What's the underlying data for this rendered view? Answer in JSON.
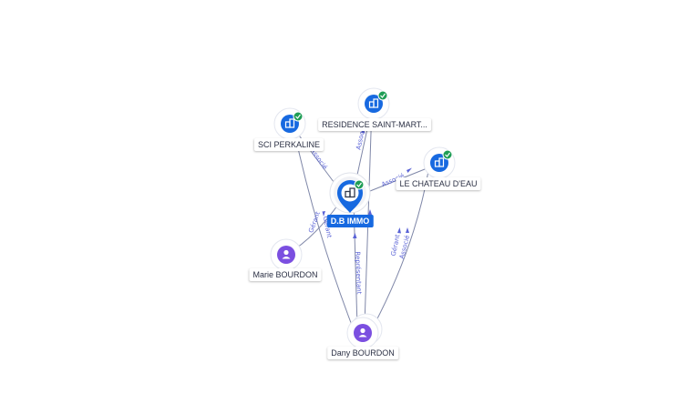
{
  "nodes": {
    "dbimmo": {
      "label": "D.B IMMO",
      "kind": "company",
      "icon": "building-icon",
      "verified": true
    },
    "residence": {
      "label": "RESIDENCE SAINT-MART...",
      "kind": "company",
      "icon": "building-icon",
      "verified": true
    },
    "perkaline": {
      "label": "SCI PERKALINE",
      "kind": "company",
      "icon": "building-icon",
      "verified": true
    },
    "chateau": {
      "label": "LE CHATEAU D'EAU",
      "kind": "company",
      "icon": "building-icon",
      "verified": true
    },
    "marie": {
      "label": "Marie BOURDON",
      "kind": "person",
      "icon": "person-icon"
    },
    "dany": {
      "label": "Dany BOURDON",
      "kind": "person",
      "icon": "person-icon"
    }
  },
  "edges": [
    {
      "id": "dbimmo-residence",
      "label": "Associé"
    },
    {
      "id": "dbimmo-perkaline",
      "label": "Associé"
    },
    {
      "id": "dbimmo-chateau",
      "label": "Associé"
    },
    {
      "id": "marie-dbimmo",
      "label": "Gérant"
    },
    {
      "id": "dany-dbimmo",
      "label": "Représentant"
    },
    {
      "id": "dany-dbimmo-2",
      "label": "Gérant"
    },
    {
      "id": "dany-chateau-1",
      "label": "Gérant"
    },
    {
      "id": "dany-chateau-2",
      "label": "Associé"
    }
  ],
  "colors": {
    "company_fill": "#1769e0",
    "person_fill": "#7b4fe0",
    "verified": "#1f9d55",
    "edge": "#7f87a8",
    "edge_label": "#5a63d6"
  }
}
